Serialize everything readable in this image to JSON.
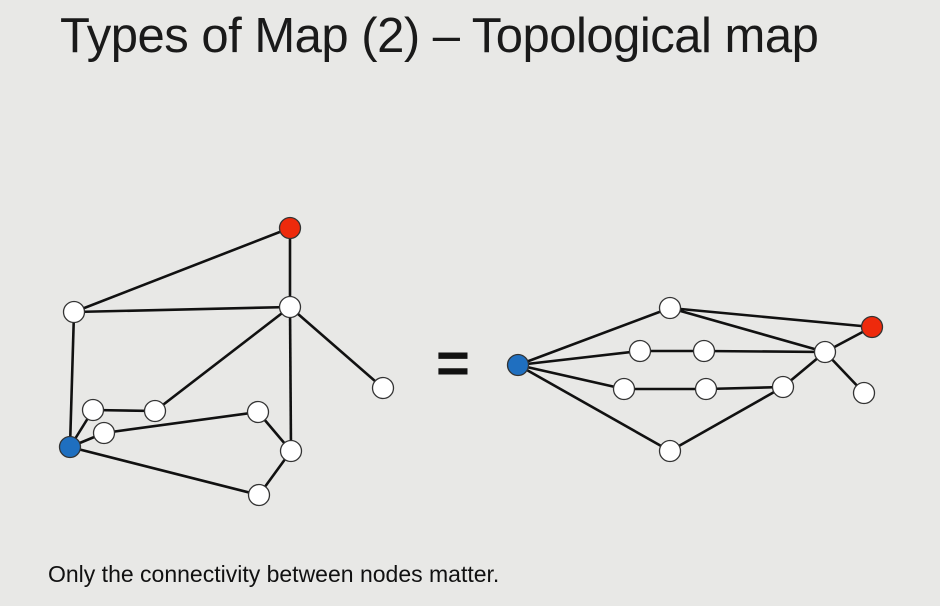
{
  "slide": {
    "title": "Types of Map (2) – Topological map",
    "equals_sign": "=",
    "caption": "Only the connectivity between nodes matter."
  },
  "colors": {
    "start_node": "#1f6fc0",
    "goal_node": "#ee2a0c",
    "node": "#ffffff",
    "edge": "#111111"
  },
  "graphs": [
    {
      "name": "metric-layout",
      "nodes": [
        {
          "id": "goal",
          "type": "goal"
        },
        {
          "id": "a",
          "type": "node"
        },
        {
          "id": "b",
          "type": "node"
        },
        {
          "id": "c",
          "type": "node"
        },
        {
          "id": "d",
          "type": "node"
        },
        {
          "id": "e",
          "type": "node"
        },
        {
          "id": "f",
          "type": "node"
        },
        {
          "id": "start",
          "type": "start"
        },
        {
          "id": "g",
          "type": "node"
        },
        {
          "id": "h",
          "type": "node"
        },
        {
          "id": "i",
          "type": "node"
        }
      ],
      "edges": [
        [
          "goal",
          "a"
        ],
        [
          "goal",
          "b"
        ],
        [
          "a",
          "b"
        ],
        [
          "a",
          "start"
        ],
        [
          "b",
          "e"
        ],
        [
          "b",
          "c"
        ],
        [
          "b",
          "h"
        ],
        [
          "d",
          "e"
        ],
        [
          "d",
          "start"
        ],
        [
          "f",
          "start"
        ],
        [
          "f",
          "g"
        ],
        [
          "g",
          "h"
        ],
        [
          "h",
          "i"
        ],
        [
          "start",
          "i"
        ]
      ]
    },
    {
      "name": "topological-layout",
      "nodes": [
        {
          "id": "start",
          "type": "start"
        },
        {
          "id": "t",
          "type": "node"
        },
        {
          "id": "m1",
          "type": "node"
        },
        {
          "id": "m2",
          "type": "node"
        },
        {
          "id": "l1",
          "type": "node"
        },
        {
          "id": "l2",
          "type": "node"
        },
        {
          "id": "r",
          "type": "node"
        },
        {
          "id": "q",
          "type": "node"
        },
        {
          "id": "goal",
          "type": "goal"
        },
        {
          "id": "x",
          "type": "node"
        },
        {
          "id": "bot",
          "type": "node"
        }
      ],
      "edges": [
        [
          "start",
          "t"
        ],
        [
          "start",
          "m1"
        ],
        [
          "start",
          "l1"
        ],
        [
          "start",
          "bot"
        ],
        [
          "t",
          "goal"
        ],
        [
          "t",
          "r"
        ],
        [
          "m1",
          "m2"
        ],
        [
          "m2",
          "r"
        ],
        [
          "l1",
          "l2"
        ],
        [
          "l2",
          "q"
        ],
        [
          "q",
          "r"
        ],
        [
          "r",
          "goal"
        ],
        [
          "r",
          "x"
        ],
        [
          "bot",
          "q"
        ]
      ]
    }
  ]
}
